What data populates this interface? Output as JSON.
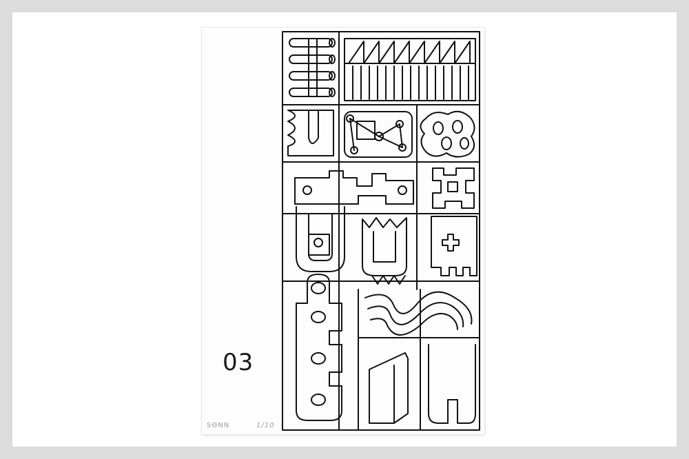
{
  "print": {
    "edition_number": "03",
    "signature": "SΘNN",
    "edition_size": "1/10"
  },
  "colors": {
    "background": "#dcdcdc",
    "paper": "#fdfdfd",
    "ink": "#111111",
    "pencil": "#9a9a9a"
  }
}
